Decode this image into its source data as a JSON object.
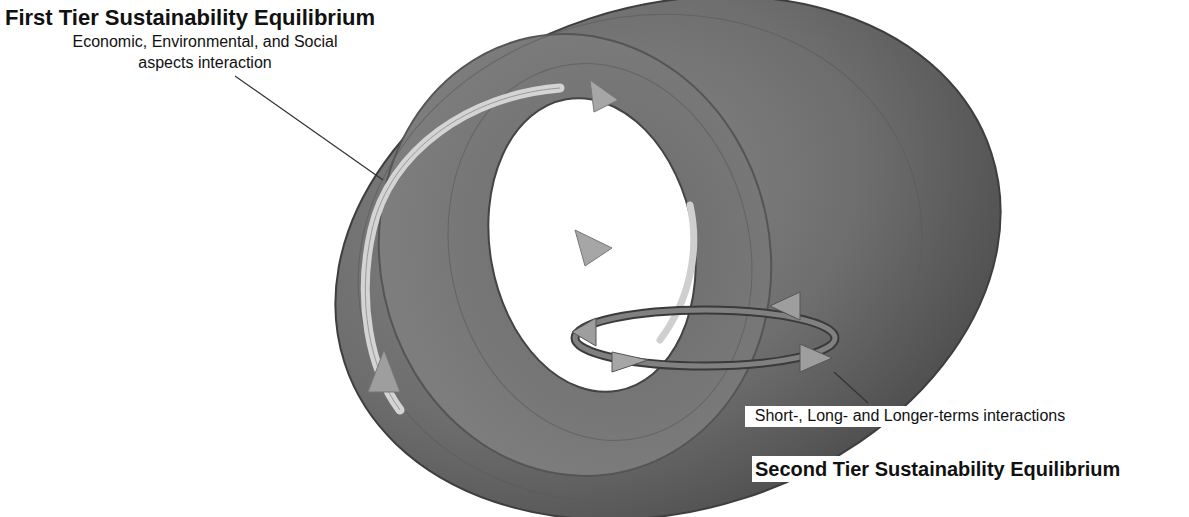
{
  "diagram": {
    "labels": [
      "First Tier Sustainability Equilibrium",
      "Economic, Environmental, and Social aspects interaction",
      "Short-, Long- and Longer-terms interactions",
      "Second Tier Sustainability Equilibrium"
    ]
  }
}
